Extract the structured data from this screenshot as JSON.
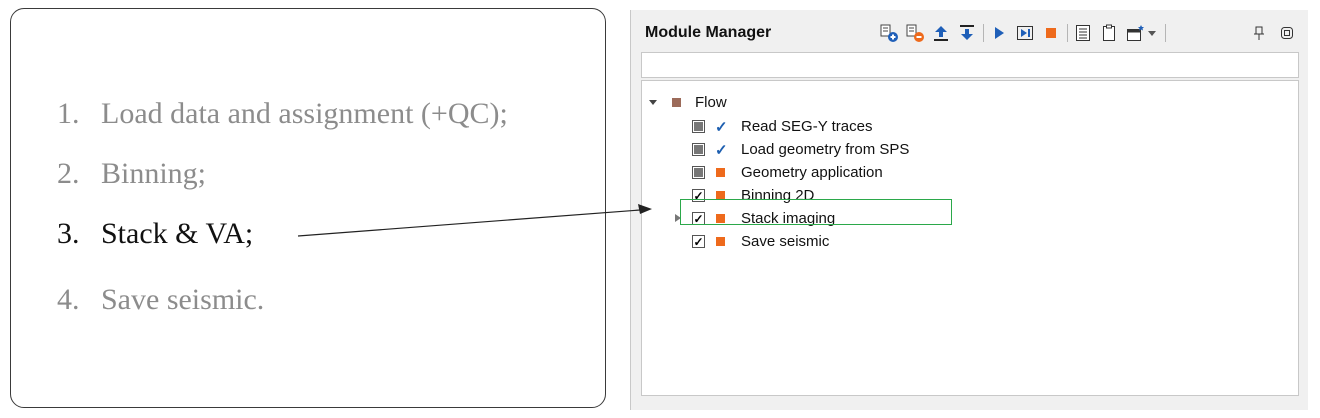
{
  "steps": [
    {
      "num": "1.",
      "text": "Load data and assignment (+QC);",
      "state": "muted"
    },
    {
      "num": "2.",
      "text": "Binning;",
      "state": "muted"
    },
    {
      "num": "3.",
      "text": "Stack & VA;",
      "state": "active"
    },
    {
      "num": "4.",
      "text": "Save seismic.",
      "state": "muted"
    }
  ],
  "module_manager": {
    "title": "Module Manager",
    "toolbar": {
      "icons": [
        "add-module-icon",
        "remove-module-icon",
        "move-up-icon",
        "move-down-icon",
        "run-icon",
        "run-to-icon",
        "stop-icon",
        "list-icon",
        "clipboard-icon",
        "new-window-icon",
        "dropdown-icon",
        "pin-icon",
        "restore-icon"
      ]
    },
    "search": {
      "value": "",
      "placeholder": ""
    },
    "tree": {
      "root": {
        "label": "Flow",
        "expanded": true,
        "color": "#9c6b5a"
      },
      "items": [
        {
          "label": "Read SEG-Y traces",
          "checkbox": "partial",
          "status": "done"
        },
        {
          "label": "Load geometry from SPS",
          "checkbox": "partial",
          "status": "done"
        },
        {
          "label": "Geometry application",
          "checkbox": "partial",
          "status": "pending"
        },
        {
          "label": "Binning 2D",
          "checkbox": "checked",
          "status": "pending"
        },
        {
          "label": "Stack imaging",
          "checkbox": "checked",
          "status": "pending",
          "highlighted": true
        },
        {
          "label": "Save seismic",
          "checkbox": "checked",
          "status": "pending"
        }
      ]
    }
  },
  "colors": {
    "accent_orange": "#ee6a1c",
    "check_blue": "#1d5fb0",
    "highlight_green": "#2ba84a",
    "toolbar_blue": "#1f5fb8",
    "muted_text": "#8c8c8c"
  }
}
